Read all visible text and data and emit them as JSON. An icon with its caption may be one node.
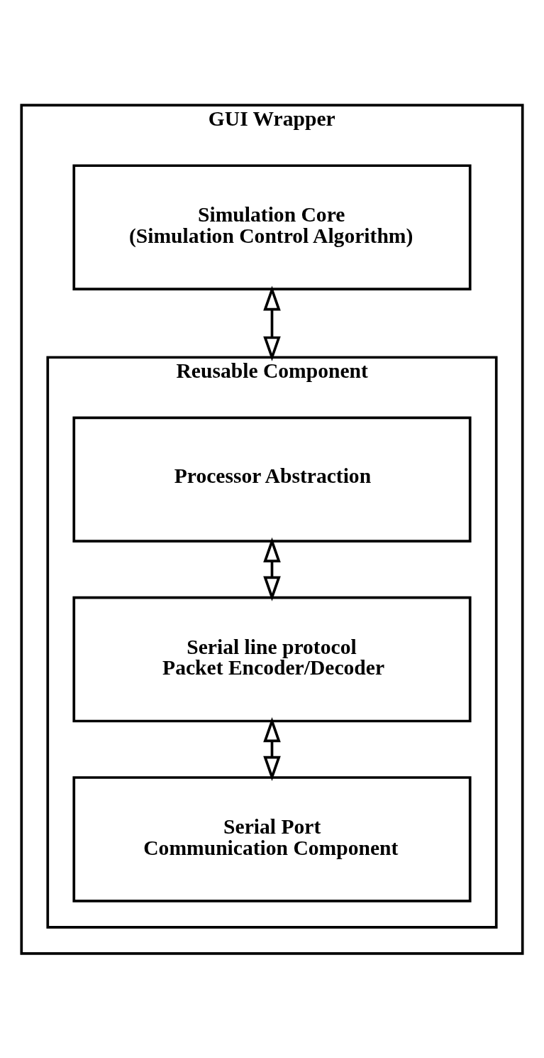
{
  "diagram": {
    "nodes": [
      {
        "text": [
          "GUI Wrapper"
        ]
      },
      {
        "text": [
          "Simulation Core",
          "(Simulation Control Algorithm)"
        ],
        "in": 0
      },
      {
        "text": [
          "Reusable Component"
        ],
        "in": 0
      },
      {
        "text": [
          "Processor Abstraction"
        ],
        "in": 2
      },
      {
        "text": [
          "Serial line protocol",
          "Packet Encoder/Decoder"
        ],
        "in": 2
      },
      {
        "text": [
          "Serial Port",
          "Communication Component"
        ],
        "in": 2
      }
    ],
    "edges": [
      {
        "from": 1,
        "to": 2,
        "arrow": "both"
      },
      {
        "from": 3,
        "to": 4,
        "arrow": "both"
      },
      {
        "from": 4,
        "to": 5,
        "arrow": "both"
      }
    ]
  }
}
